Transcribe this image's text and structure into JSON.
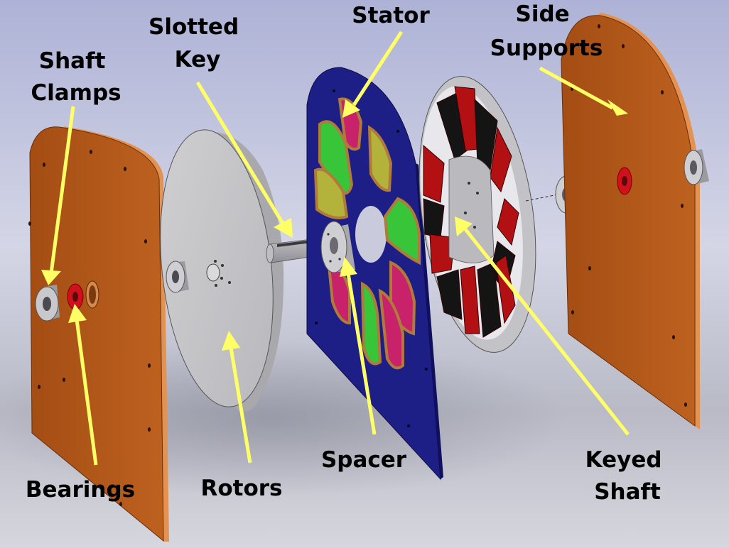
{
  "labels": {
    "shaft_clamps": [
      "Shaft",
      "Clamps"
    ],
    "slotted_key": [
      "Slotted",
      "Key"
    ],
    "stator": [
      "Stator"
    ],
    "side_supports": [
      "Side",
      "Supports"
    ],
    "bearings": [
      "Bearings"
    ],
    "rotors": [
      "Rotors"
    ],
    "spacer": [
      "Spacer"
    ],
    "keyed_shaft": [
      "Keyed",
      "Shaft"
    ]
  },
  "colors": {
    "background_top": "#b9bdd9",
    "background_bottom": "#c8c9d4",
    "side_support": "#b4591a",
    "side_support_edge": "#e08a45",
    "rotor_disc": "#c5c5c8",
    "stator_plate": "#1d1f86",
    "coil_green": "#39c53a",
    "coil_magenta": "#c8236a",
    "coil_olive": "#b3b33b",
    "coil_outline": "#a9773a",
    "magnet_red": "#b31014",
    "magnet_black": "#141414",
    "bearing_red": "#d0101a",
    "arrow": "#ffff66",
    "label_text": "#000000"
  }
}
